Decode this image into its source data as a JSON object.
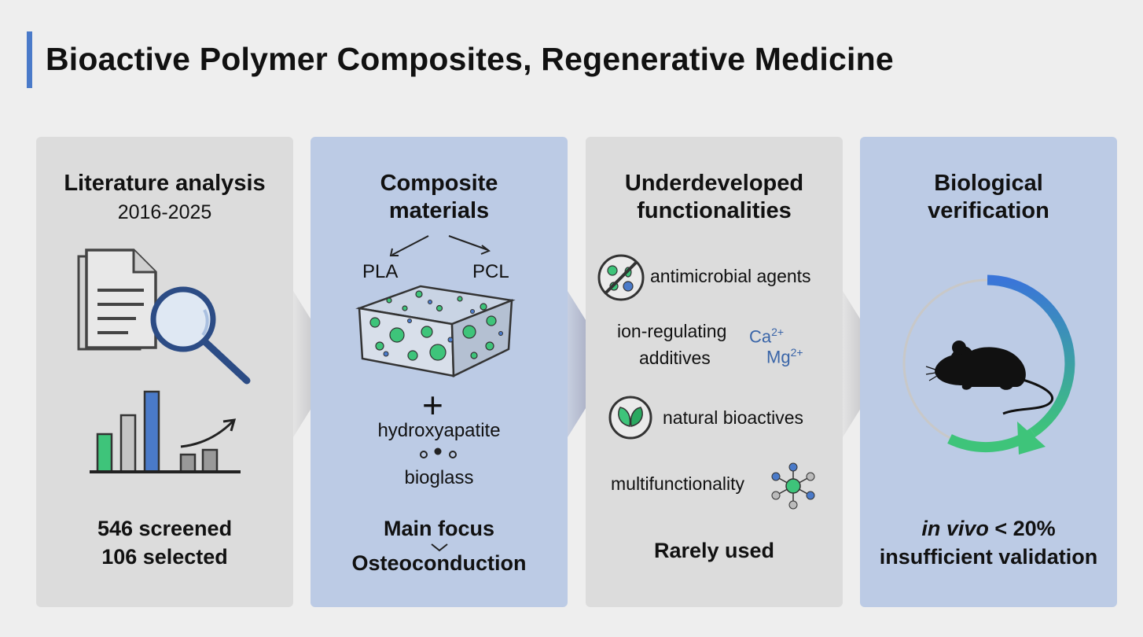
{
  "title": "Bioactive Polymer Composites, Regenerative Medicine",
  "colors": {
    "accent": "#4a7ac9",
    "green": "#3ec47a",
    "gray_panel": "#dcdcdc",
    "blue_panel": "#bccbe5"
  },
  "panels": [
    {
      "title_line1": "Literature analysis",
      "subtitle": "2016-2025",
      "footer_line1": "546 screened",
      "footer_line2": "106 selected",
      "icons": [
        "document-icon",
        "magnifier-icon",
        "bar-chart-icon",
        "trend-arrow-icon"
      ]
    },
    {
      "title_line1": "Composite",
      "title_line2": "materials",
      "branch_left": "PLA",
      "branch_right": "PCL",
      "plus": "+",
      "additive1": "hydroxyapatite",
      "additive2": "bioglass",
      "footer_line1": "Main focus",
      "footer_line2": "Osteoconduction",
      "icons": [
        "porous-scaffold-icon",
        "particles-icon"
      ]
    },
    {
      "title_line1": "Underdeveloped",
      "title_line2": "functionalities",
      "items": [
        {
          "label": "antimicrobial agents",
          "icon": "no-bacteria-icon"
        },
        {
          "label_line1": "ion-regulating",
          "label_line2": "additives",
          "ion1": "Ca",
          "ion1_charge": "2+",
          "ion2": "Mg",
          "ion2_charge": "2+"
        },
        {
          "label": "natural bioactives",
          "icon": "leaf-icon"
        },
        {
          "label": "multifunctionality",
          "icon": "multifunction-hub-icon"
        }
      ],
      "footer_line1": "Rarely used"
    },
    {
      "title_line1": "Biological",
      "title_line2": "verification",
      "footer_italic": "in vivo",
      "footer_rest": " < 20%",
      "footer_line2": "insufficient validation",
      "icons": [
        "mouse-icon",
        "cycle-arrow-icon"
      ]
    }
  ]
}
